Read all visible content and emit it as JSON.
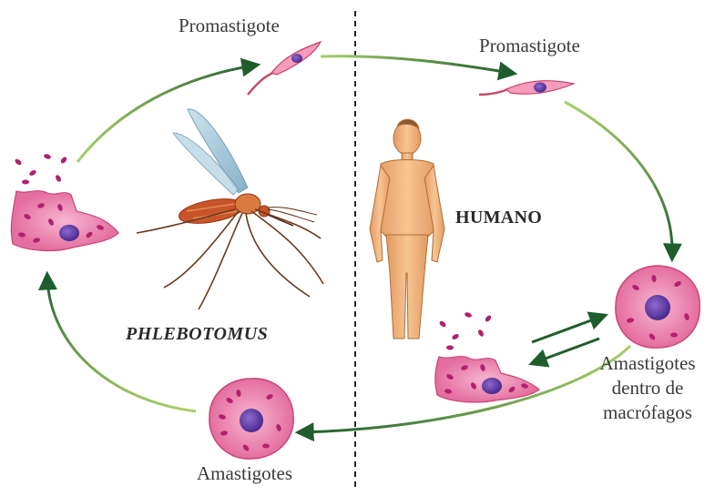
{
  "diagram": {
    "labels": {
      "promastigote_left": "Promastigote",
      "promastigote_right": "Promastigote",
      "phlebotomus": "PHLEBOTOMUS",
      "humano": "HUMANO",
      "amastigotes_bottom": "Amastigotes",
      "amastigotes_macro_line1": "Amastigotes",
      "amastigotes_macro_line2": "dentro de",
      "amastigotes_macro_line3": "macrófagos"
    },
    "colors": {
      "arrow_green_dark": "#1f5e2c",
      "arrow_green_light": "#a8cf6a",
      "cell_pink": "#f08bb5",
      "nucleus_purple": "#6a3fb0",
      "granule_magenta": "#b0226e",
      "skin": "#f2b37e",
      "mosquito_body": "#c8552a",
      "wing_blue": "#9fc4d8"
    },
    "icons": [
      "promastigote-icon",
      "mosquito-icon",
      "human-figure-icon",
      "macrophage-icon",
      "ruptured-cell-icon",
      "arrow-icon"
    ]
  }
}
